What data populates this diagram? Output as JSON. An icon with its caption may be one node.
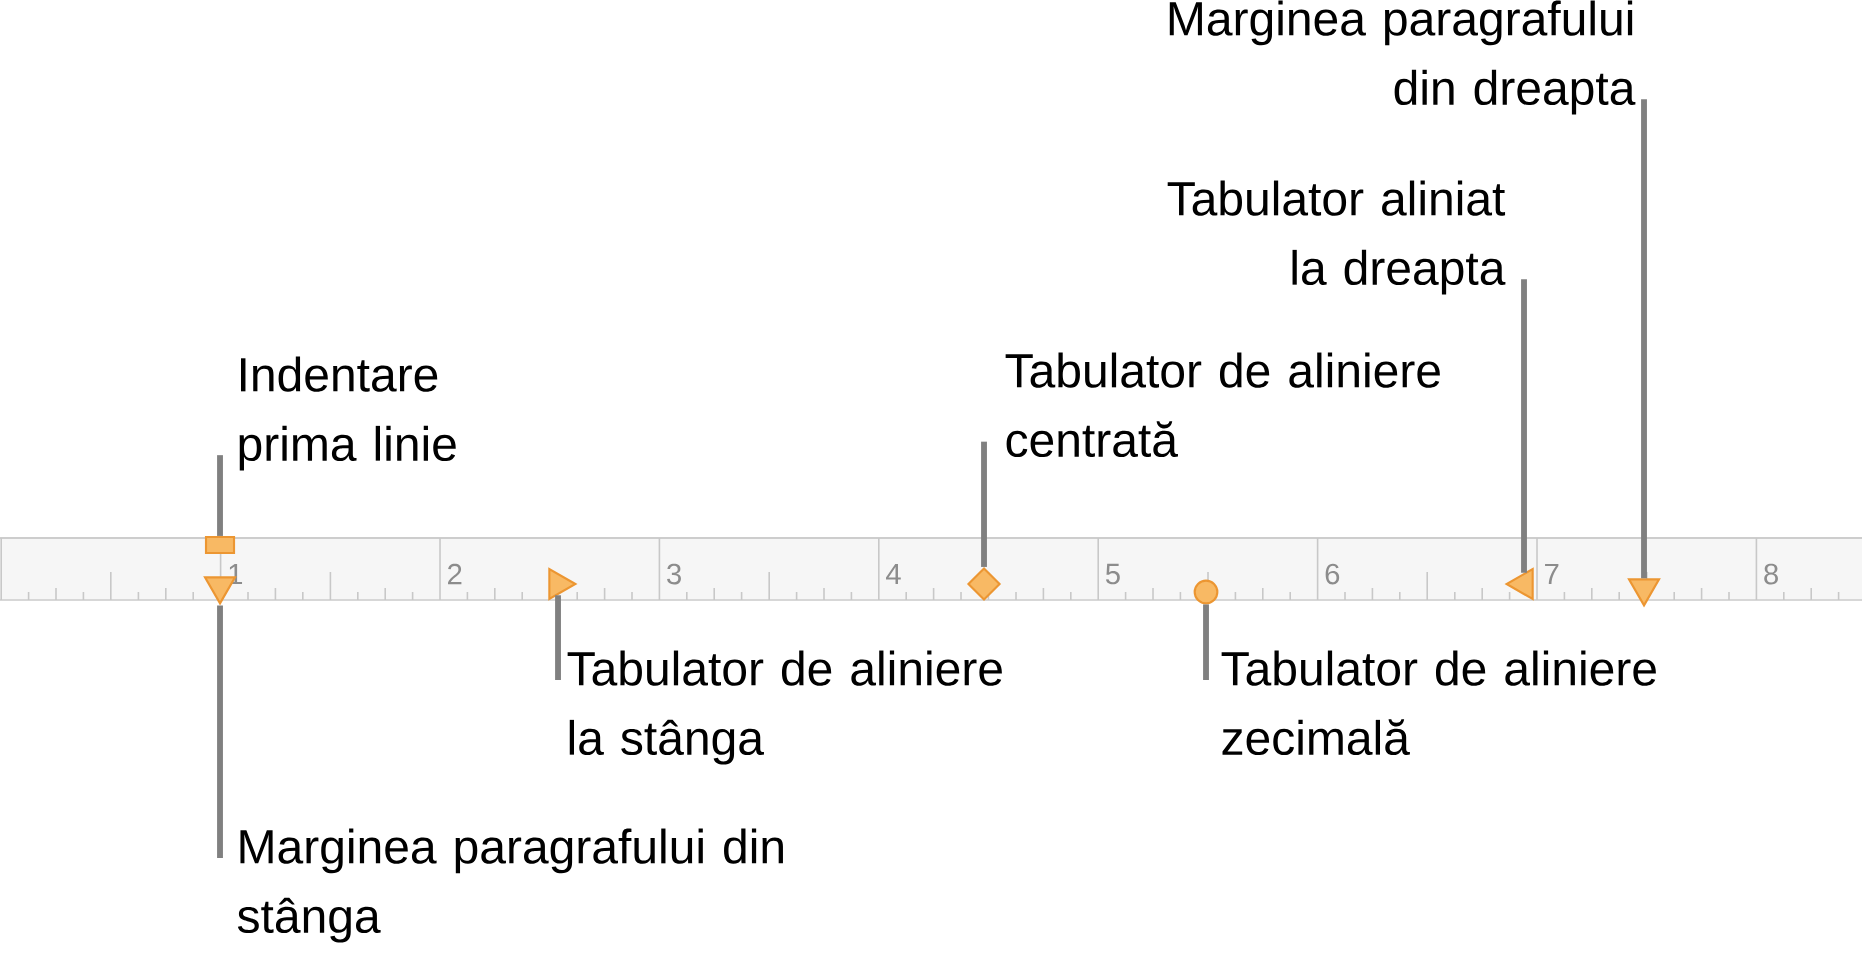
{
  "diagram": {
    "nodes": [
      {
        "text": [
          "Indentare prima linie"
        ]
      },
      {
        "text": [
          "Marginea paragrafului din stânga"
        ]
      },
      {
        "text": [
          "Tabulator de aliniere la stânga"
        ]
      },
      {
        "text": [
          "Tabulator de aliniere centrată"
        ]
      },
      {
        "text": [
          "Tabulator de aliniere zecimală"
        ]
      },
      {
        "text": [
          "Tabulator aliniat la dreapta"
        ]
      },
      {
        "text": [
          "Marginea paragrafului din dreapta"
        ]
      },
      {
        "text": [],
        "shape": "box"
      },
      {
        "text": [],
        "shape": "triangle"
      },
      {
        "text": [],
        "shape": "triangle"
      },
      {
        "text": [],
        "shape": "diamond"
      },
      {
        "text": [],
        "shape": "circle"
      },
      {
        "text": [],
        "shape": "triangle"
      },
      {
        "text": [],
        "shape": "triangle"
      }
    ],
    "edges": [
      {
        "from": 0,
        "to": 7,
        "arrow": "none"
      },
      {
        "from": 1,
        "to": 8,
        "arrow": "none"
      },
      {
        "from": 2,
        "to": 9,
        "arrow": "none"
      },
      {
        "from": 3,
        "to": 10,
        "arrow": "none"
      },
      {
        "from": 4,
        "to": 11,
        "arrow": "none"
      },
      {
        "from": 5,
        "to": 12,
        "arrow": "none"
      },
      {
        "from": 6,
        "to": 13,
        "arrow": "none"
      }
    ],
    "labels": [
      "1",
      "2",
      "3",
      "4",
      "5",
      "6",
      "7",
      "8"
    ]
  }
}
